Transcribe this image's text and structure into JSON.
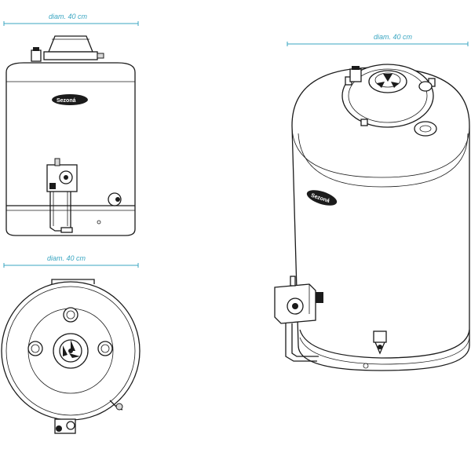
{
  "dimensions": {
    "front_view_label": "diam. 40 cm",
    "top_view_label": "diam. 40 cm",
    "perspective_view_label": "diam. 40 cm"
  },
  "logos": {
    "front_view_logo": "Sezoná",
    "perspective_view_logo": "Sezoná"
  },
  "colors": {
    "dimension_line": "#3aa6c2",
    "outline": "#1b1b1b"
  }
}
